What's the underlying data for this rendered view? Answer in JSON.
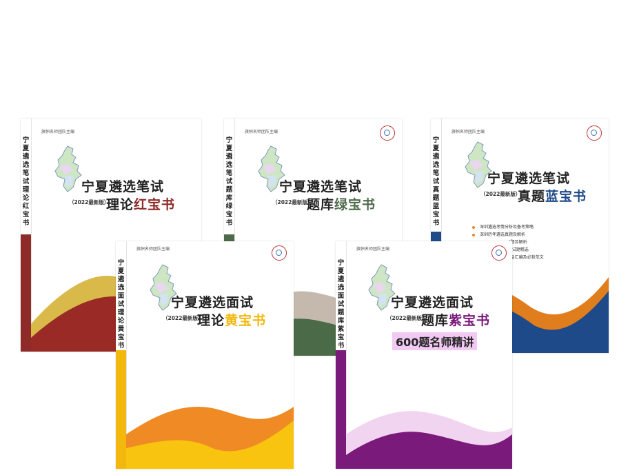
{
  "publisher": "旗帜名师团队主编",
  "edition": "（2022最新版）",
  "books": {
    "red": {
      "spine": "宁夏遴选笔试理论红宝书",
      "title1": "宁夏遴选笔试",
      "title2_plain": "理论",
      "title2_accent": "红宝书",
      "accent_color": "#8e2a27"
    },
    "green": {
      "spine": "宁夏遴选笔试题库绿宝书",
      "title1": "宁夏遴选笔试",
      "title2_plain": "题库",
      "title2_accent": "绿宝书",
      "accent_color": "#4d6a4a"
    },
    "blue": {
      "spine": "宁夏遴选笔试真题蓝宝书",
      "title1": "宁夏遴选笔试",
      "title2_plain": "真题",
      "title2_accent": "蓝宝书",
      "accent_color": "#1f4a8a",
      "bullets": [
        "深圳遴选考情分析及备考策略",
        "深圳历年遴选真题及解析",
        "l题及解析",
        "1试题精选",
        "l话汇编及必背范文"
      ]
    },
    "yellow": {
      "spine": "宁夏遴选面试理论黄宝书",
      "title1": "宁夏遴选面试",
      "title2_plain": "理论",
      "title2_accent": "黄宝书",
      "accent_color": "#f3b80d"
    },
    "purple": {
      "spine": "宁夏遴选面试题库紫宝书",
      "title1": "宁夏遴选面试",
      "title2_plain": "题库",
      "title2_accent": "紫宝书",
      "tag": "600题名师精讲",
      "accent_color": "#7a1a7a"
    }
  }
}
